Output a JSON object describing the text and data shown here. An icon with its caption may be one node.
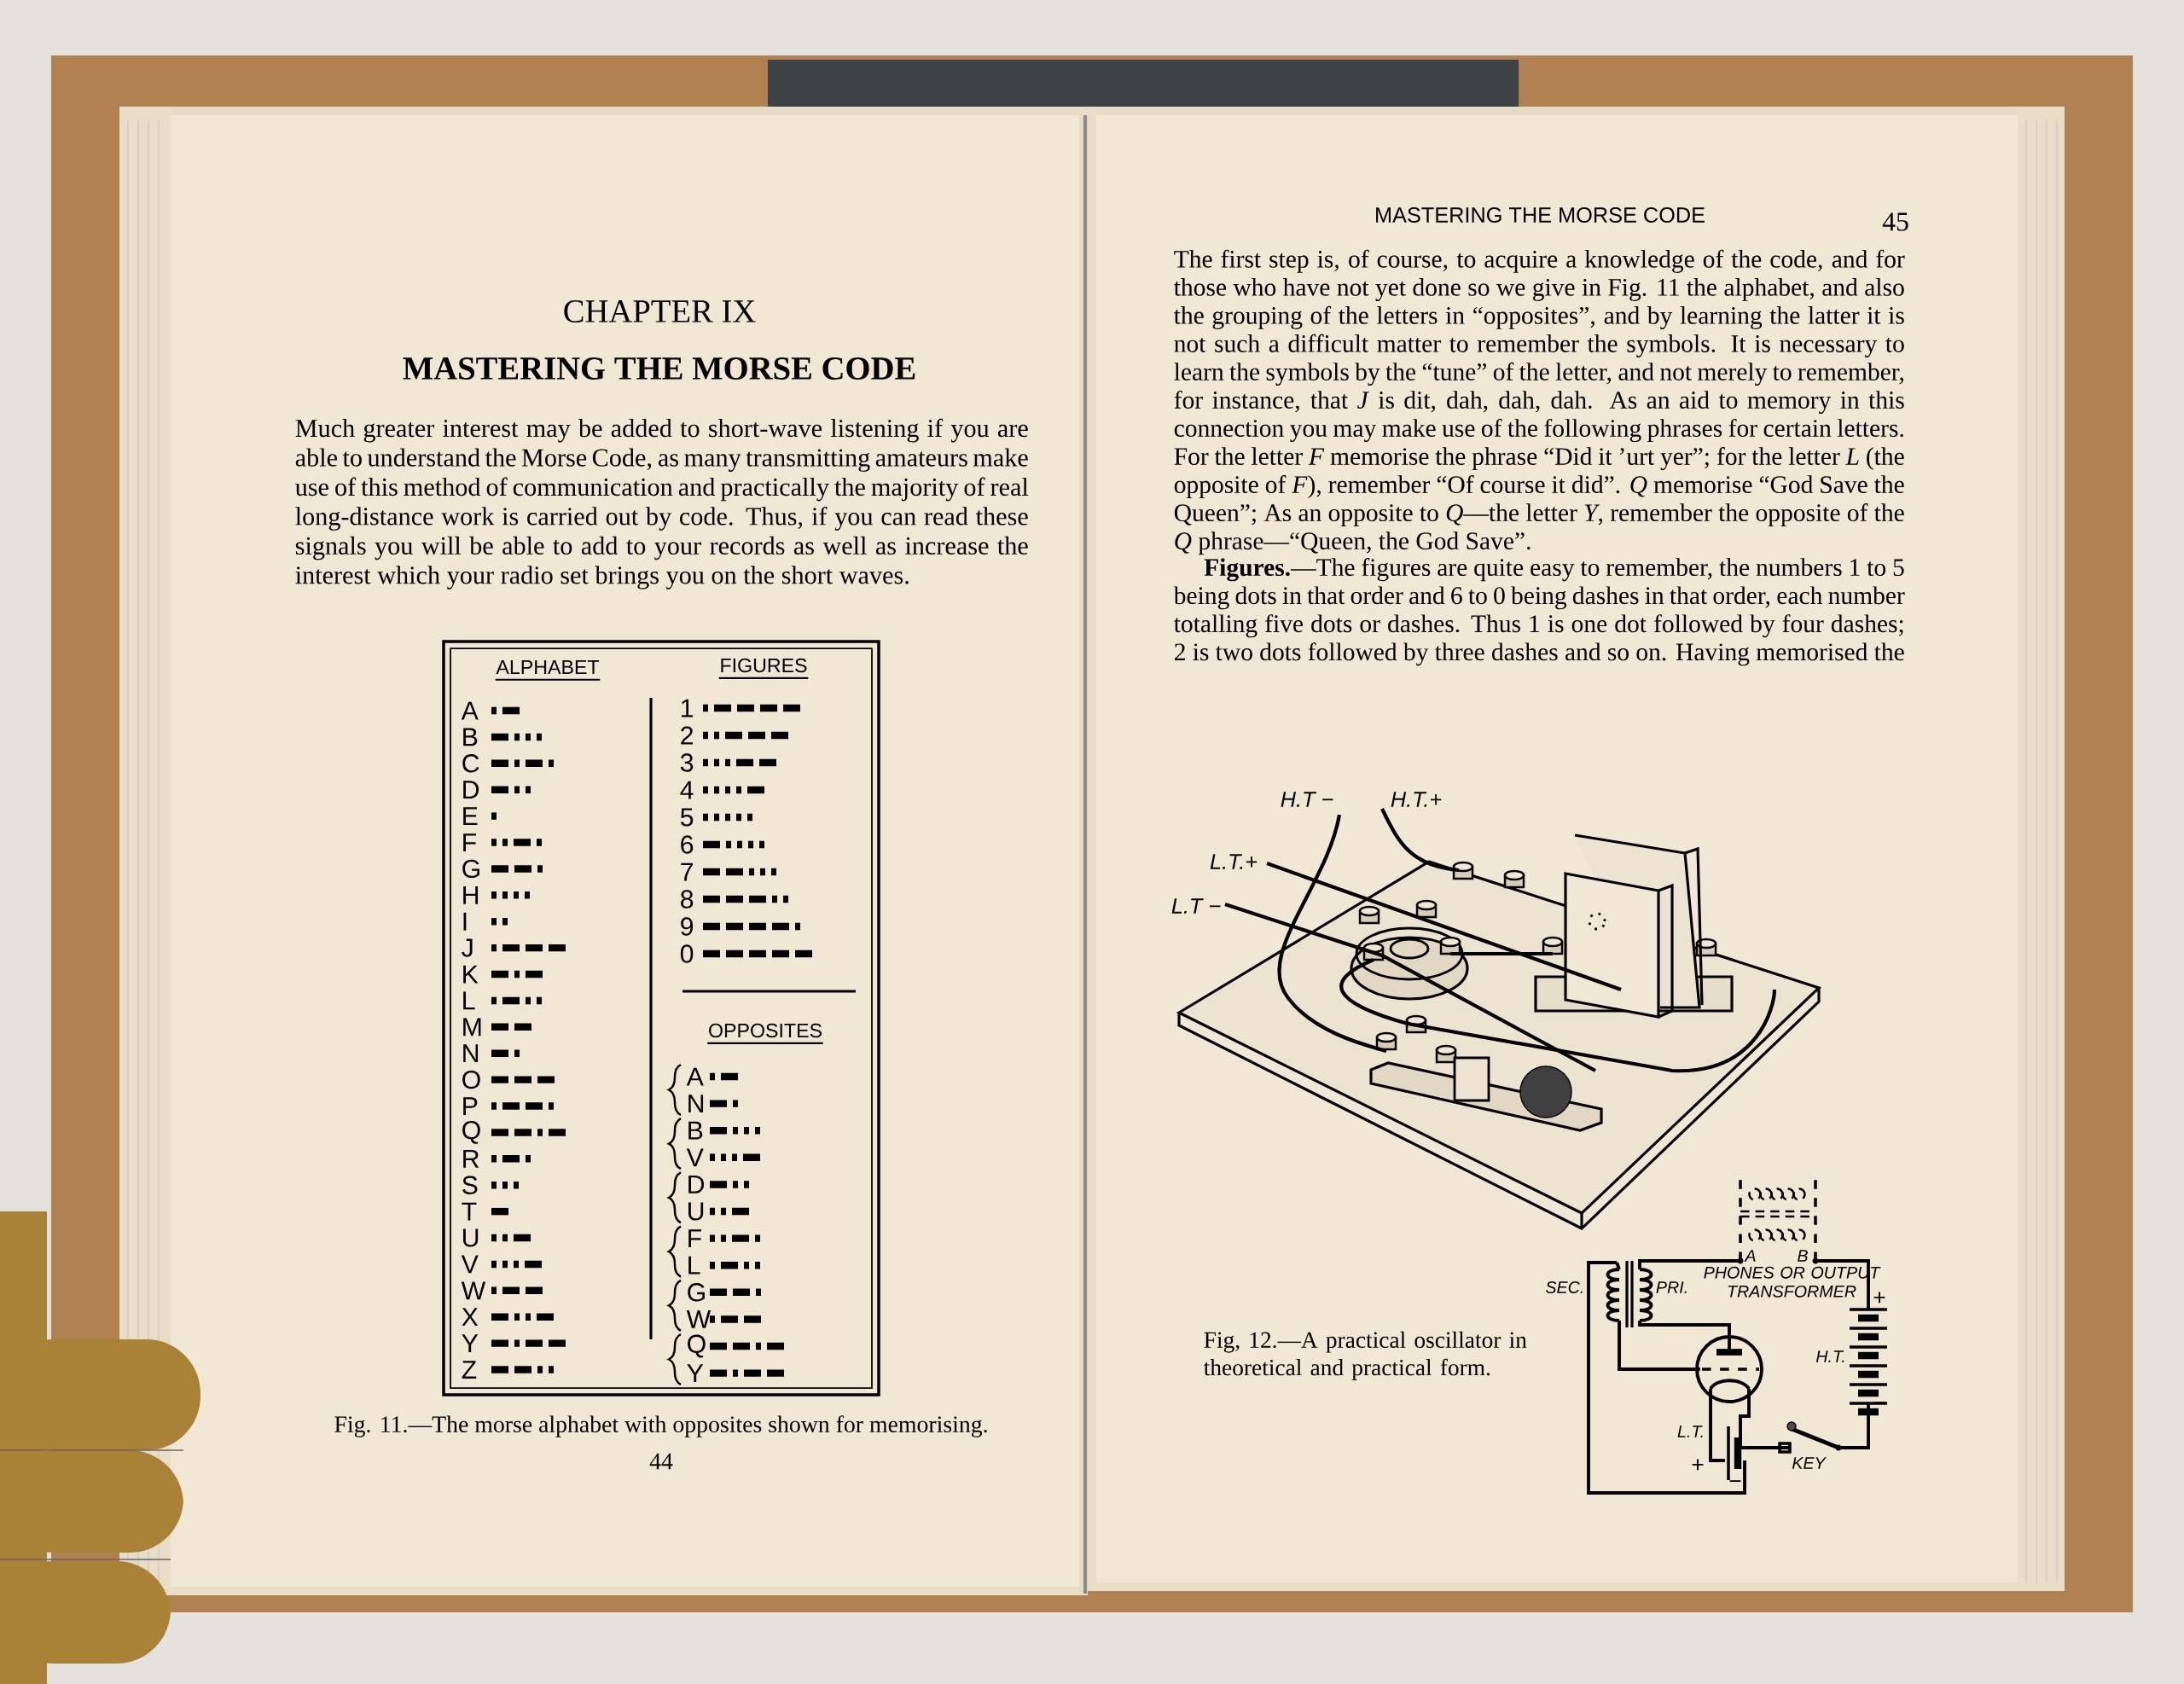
{
  "diagram": {
    "labels": [
      "CHAPTER IX",
      "MASTERING THE MORSE CODE",
      "Much greater interest may be added to short-wave listening if you are able to understand the Morse Code, as many transmitting amateurs make use of this method of communication and practically the majority of real long-distance work is carried out by code.  Thus, if you can read these signals you will be able to add to your records as well as increase the interest which your radio set brings you on the short waves.",
      "ALPHABET",
      "FIGURES",
      "A",
      "B",
      "C",
      "D",
      "E",
      "F",
      "G",
      "H",
      "I",
      "J",
      "K",
      "L",
      "M",
      "N",
      "O",
      "P",
      "Q",
      "R",
      "S",
      "T",
      "U",
      "V",
      "W",
      "X",
      "Y",
      "Z",
      "1",
      "2",
      "3",
      "4",
      "5",
      "6",
      "7",
      "8",
      "9",
      "0",
      "OPPOSITES",
      "A",
      "N",
      "B",
      "V",
      "D",
      "U",
      "F",
      "L",
      "G",
      "W",
      "Q",
      "Y",
      "Fig. 11.—The morse alphabet with opposites shown for memorising.",
      "44",
      "MASTERING THE MORSE CODE",
      "45",
      "The first step is, of course, to acquire a knowledge of the code, and for those who have not yet done so we give in Fig. 11 the alphabet, and also the grouping of the letters in “opposites”, and by learning the latter it is not such a difficult matter to remember the symbols.  It is necessary to learn the symbols by the “tune” of the letter, and not merely to remember, for instance, that *J* is dit, dah, dah, dah.  As an aid to memory in this connection you may make use of the following phrases for certain letters.  For the letter *F* memorise the phrase “Did it ’urt yer”; for the letter *L* (the opposite of *F*), remember “Of course it did”.  *Q* memorise “God Save the Queen”; As an opposite to *Q*—the letter *Y*, remember the opposite of the *Q* phrase—“Queen, the God Save”.",
      "**Figures.**—The figures are quite easy to remember, the numbers 1 to 5 being dots in that order and 6 to 0 being dashes in that order, each number totalling five dots or dashes. Thus 1 is one dot followed by four dashes;  2 is two dots followed by three dashes and so on.  Having memorised the",
      "H.T −",
      "H.T.+",
      "L.T.+",
      "L.T −",
      "Fig, 12.—A practical oscillator in theoretical and practical form.",
      "SEC.",
      "PRI.",
      "A",
      "B",
      "PHONES OR OUTPUT TRANSFORMER",
      "+",
      "H.T.",
      "−",
      "L.T.",
      "+",
      "−",
      "KEY"
    ]
  }
}
